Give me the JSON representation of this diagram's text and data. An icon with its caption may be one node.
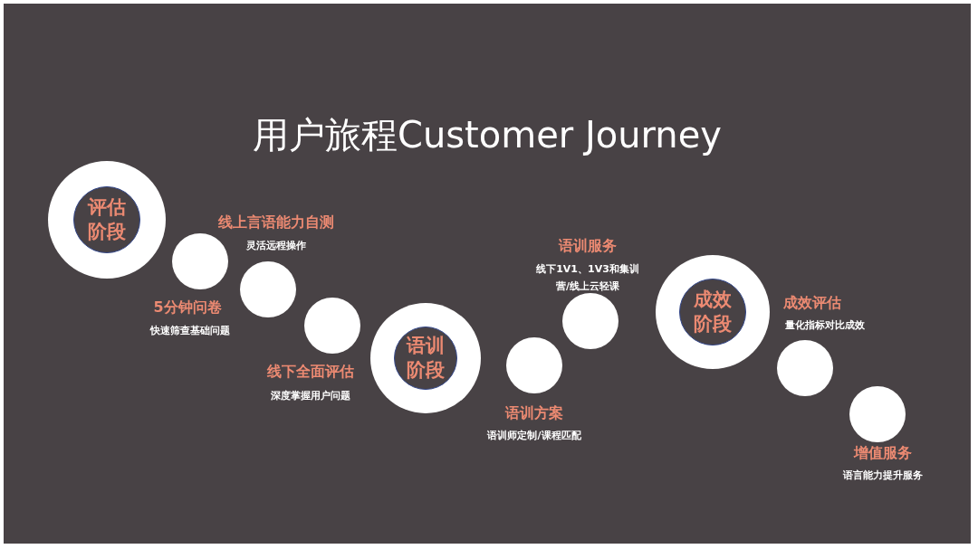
{
  "diagram": {
    "title": "用户旅程Customer Journey",
    "nodes": [
      {
        "text": [
          "评估阶段"
        ]
      },
      {
        "text": [],
        "shape": "circle",
        "beside": [
          "5分钟问卷",
          "快速筛查基础问题"
        ]
      },
      {
        "text": [],
        "shape": "circle",
        "beside": [
          "线上言语能力自测",
          "灵活远程操作"
        ]
      },
      {
        "text": [],
        "shape": "circle",
        "beside": [
          "线下全面评估",
          "深度掌握用户问题"
        ]
      },
      {
        "text": [
          "语训阶段"
        ]
      },
      {
        "text": [],
        "shape": "circle",
        "beside": [
          "语训方案",
          "语训师定制/课程匹配"
        ]
      },
      {
        "text": [],
        "shape": "circle",
        "beside": [
          "语训服务",
          "线下1V1、1V3和集训营/线上云轻课"
        ]
      },
      {
        "text": [
          "成效阶段"
        ]
      },
      {
        "text": [],
        "shape": "circle",
        "beside": [
          "成效评估",
          "量化指标对比成效"
        ]
      },
      {
        "text": [],
        "shape": "circle",
        "beside": [
          "增值服务",
          "语言能力提升服务"
        ]
      }
    ],
    "edges": []
  }
}
